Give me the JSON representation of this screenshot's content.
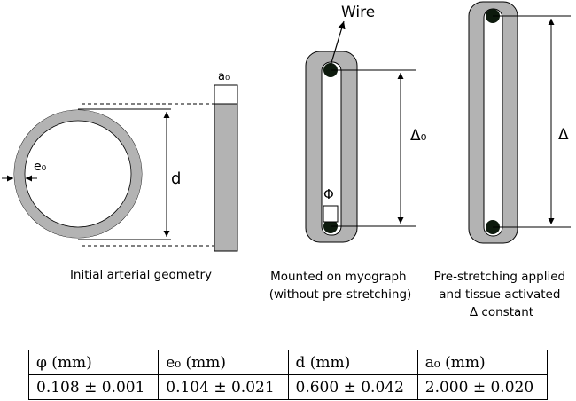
{
  "labels": {
    "wire": "Wire",
    "a0": "a₀",
    "e0": "e₀",
    "d": "d",
    "delta0": "Δ₀",
    "phi": "Φ",
    "delta": "Δ"
  },
  "captions": {
    "panel1": [
      "Initial arterial geometry"
    ],
    "panel2": [
      "Mounted on myograph",
      "(without pre-stretching)"
    ],
    "panel3": [
      "Pre-stretching applied",
      "and tissue activated",
      "Δ constant"
    ]
  },
  "colors": {
    "tissue": "#b3b3b3",
    "lumen": "#ffffff",
    "wire": "#0d1a0d",
    "line": "#000000"
  },
  "table": {
    "headers": [
      "φ (mm)",
      "e₀ (mm)",
      "d (mm)",
      "a₀ (mm)"
    ],
    "values": [
      "0.108 ± 0.001",
      "0.104 ± 0.021",
      "0.600 ± 0.042",
      "2.000 ± 0.020"
    ]
  }
}
